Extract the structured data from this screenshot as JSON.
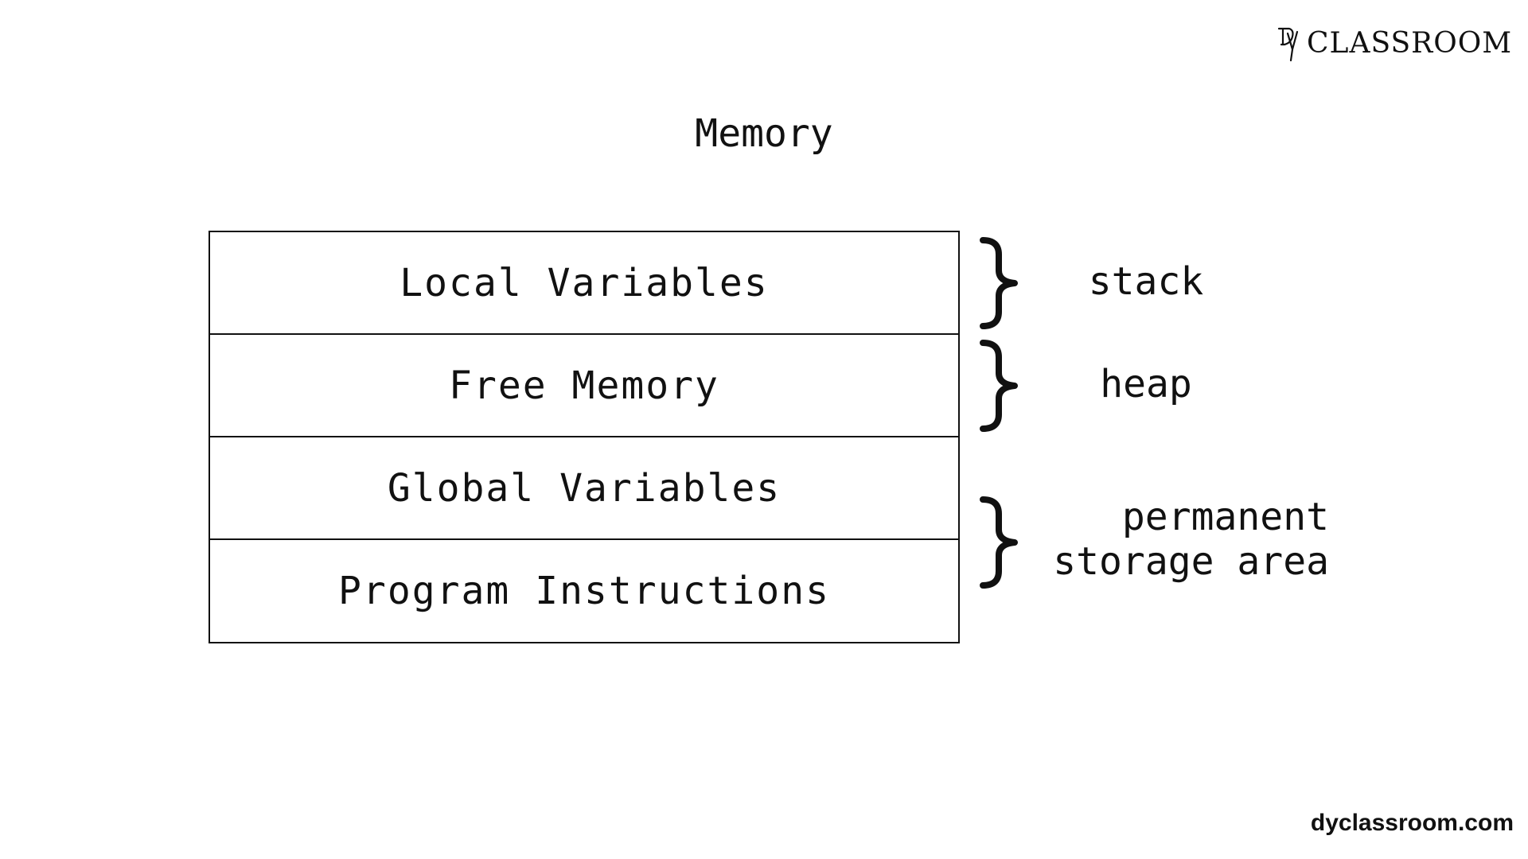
{
  "logo": {
    "text": "CLASSROOM"
  },
  "diagram": {
    "title": "Memory",
    "blocks": [
      {
        "label": "Local Variables"
      },
      {
        "label": "Free Memory"
      },
      {
        "label": "Global Variables"
      },
      {
        "label": "Program Instructions"
      }
    ],
    "regions": [
      {
        "label": "stack"
      },
      {
        "label": "heap"
      },
      {
        "label": "permanent\nstorage area"
      }
    ]
  },
  "footer": {
    "website": "dyclassroom.com"
  },
  "colors": {
    "ink": "#111111",
    "background": "#ffffff"
  }
}
